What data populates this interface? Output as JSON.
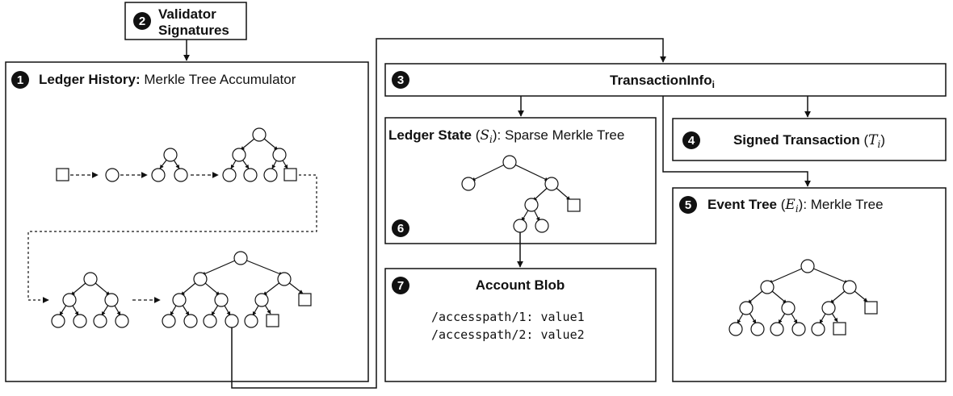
{
  "validator": {
    "number": "2",
    "line1": "Validator",
    "line2": "Signatures"
  },
  "ledger_history": {
    "number": "1",
    "title_bold": "Ledger History:",
    "title_rest": " Merkle Tree Accumulator"
  },
  "transaction_info": {
    "number": "3",
    "title": "TransactionInfo",
    "subscript": "i"
  },
  "ledger_state": {
    "title_bold": "Ledger State",
    "var": "S",
    "sub": "i",
    "title_rest": ": Sparse Merkle Tree",
    "badge": "6"
  },
  "signed_transaction": {
    "number": "4",
    "title_bold": "Signed Transaction",
    "var": "T",
    "sub": "i"
  },
  "event_tree": {
    "number": "5",
    "title_bold": "Event Tree",
    "var": "E",
    "sub": "i",
    "title_rest": ": Merkle Tree"
  },
  "account_blob": {
    "number": "7",
    "title": "Account Blob",
    "lines": [
      "/accesspath/1: value1",
      "/accesspath/2: value2"
    ]
  }
}
